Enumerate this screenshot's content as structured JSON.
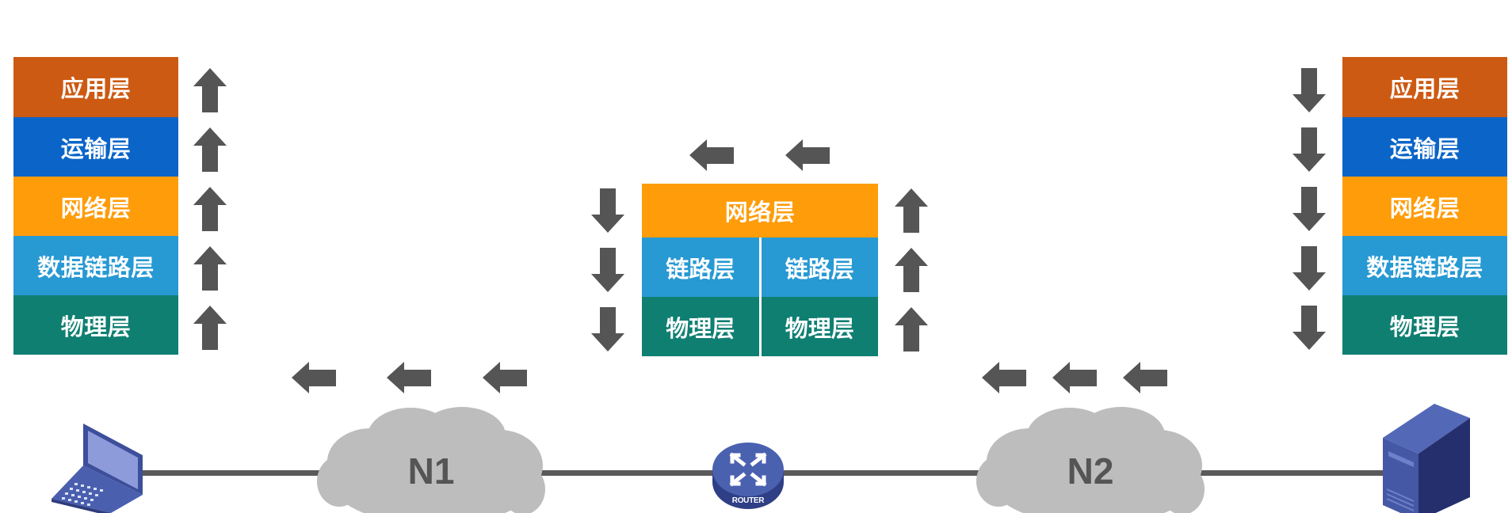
{
  "colors": {
    "application": "#CD5A12",
    "transport": "#0B65C8",
    "network": "#FF9C0A",
    "datalink": "#2799D3",
    "physical": "#0F7F72",
    "arrow": "#555555",
    "cloud": "#BDBDBD",
    "link": "#5A5A5A",
    "device_blue": "#3F55A6"
  },
  "left_host": {
    "device": "laptop-icon",
    "arrow_direction": "up",
    "layers": [
      {
        "key": "application",
        "label": "应用层"
      },
      {
        "key": "transport",
        "label": "运输层"
      },
      {
        "key": "network",
        "label": "网络层"
      },
      {
        "key": "datalink",
        "label": "数据链路层"
      },
      {
        "key": "physical",
        "label": "物理层"
      }
    ]
  },
  "router": {
    "device": "router-icon",
    "device_label": "ROUTER",
    "top_arrows_direction": "left",
    "left_arrows_direction": "down",
    "right_arrows_direction": "up",
    "network_layer": "网络层",
    "ports": [
      {
        "datalink": "链路层",
        "physical": "物理层"
      },
      {
        "datalink": "链路层",
        "physical": "物理层"
      }
    ]
  },
  "right_host": {
    "device": "server-icon",
    "arrow_direction": "down",
    "layers": [
      {
        "key": "application",
        "label": "应用层"
      },
      {
        "key": "transport",
        "label": "运输层"
      },
      {
        "key": "network",
        "label": "网络层"
      },
      {
        "key": "datalink",
        "label": "数据链路层"
      },
      {
        "key": "physical",
        "label": "物理层"
      }
    ]
  },
  "networks": [
    {
      "id": "n1",
      "label": "N1",
      "arrows_direction": "left",
      "arrow_count": 3
    },
    {
      "id": "n2",
      "label": "N2",
      "arrows_direction": "left",
      "arrow_count": 3
    }
  ],
  "caption": {
    "visible": "partially clipped at bottom edge"
  }
}
